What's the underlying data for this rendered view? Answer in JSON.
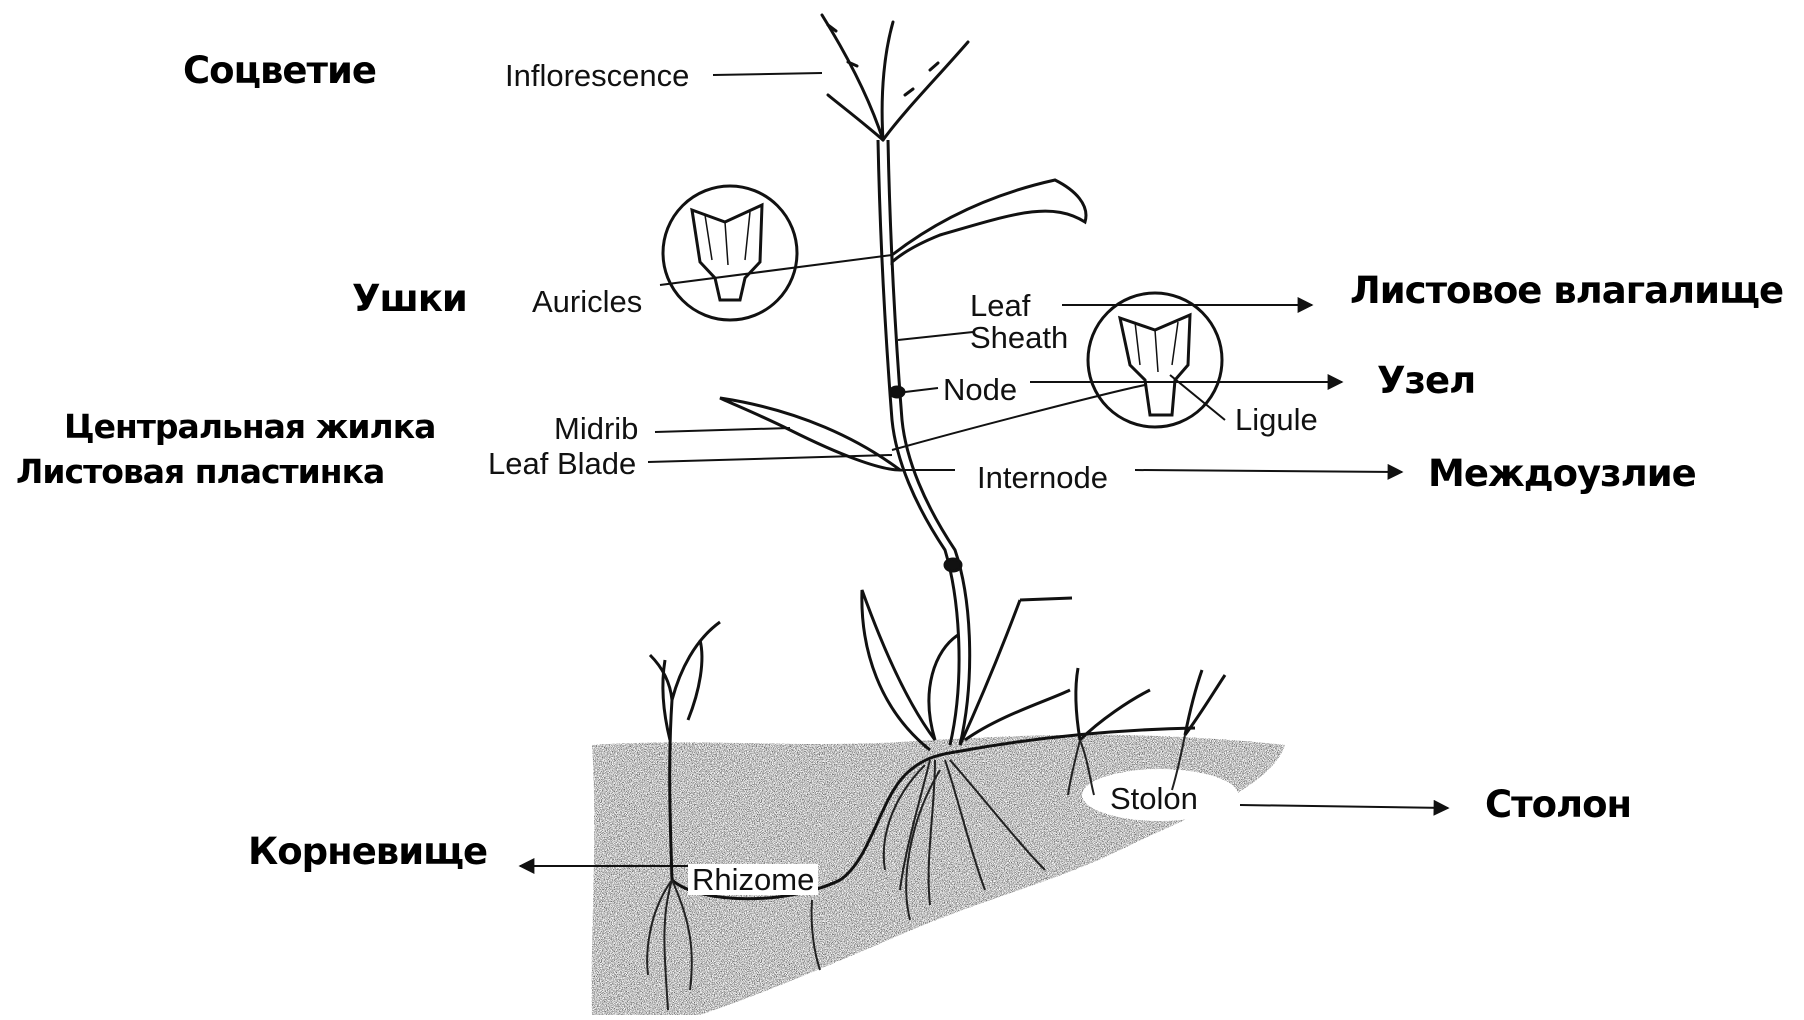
{
  "labels_en": {
    "inflorescence": "Inflorescence",
    "auricles": "Auricles",
    "leaf": "Leaf",
    "sheath": "Sheath",
    "node": "Node",
    "ligule": "Ligule",
    "midrib": "Midrib",
    "leaf_blade": "Leaf Blade",
    "internode": "Internode",
    "stolon": "Stolon",
    "rhizome": "Rhizome"
  },
  "labels_ru": {
    "inflorescence": "Соцветие",
    "auricles": "Ушки",
    "leaf_sheath": "Листовое влагалище",
    "node": "Узел",
    "midrib": "Центральная жилка",
    "leaf_blade": "Листовая пластинка",
    "internode": "Междоузлие",
    "stolon": "Столон",
    "rhizome": "Корневище"
  },
  "colors": {
    "ink": "#111111",
    "soil": "#7a7a7a",
    "background": "#ffffff"
  }
}
